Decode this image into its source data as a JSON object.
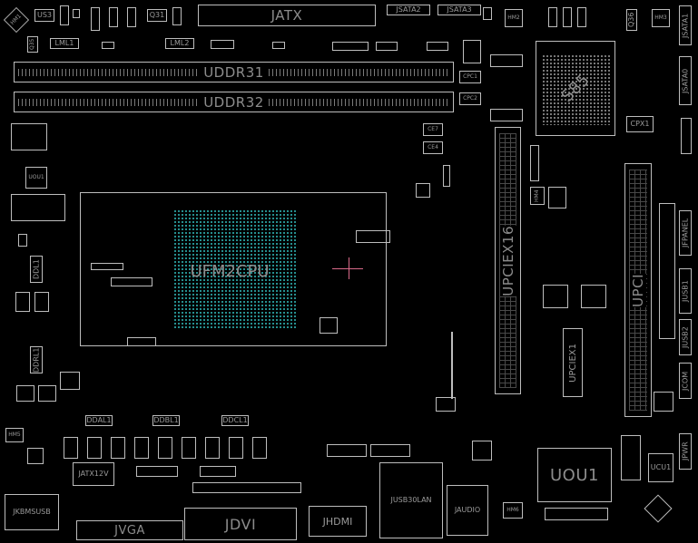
{
  "board": {
    "labels": {
      "jatx": "JATX",
      "jsata2": "JSATA2",
      "jsata3": "JSATA3",
      "us3": "US3",
      "q31": "Q31",
      "lml1": "LML1",
      "lml2": "LML2",
      "q35": "Q35",
      "q36": "Q36",
      "uddr31": "UDDR31",
      "uddr32": "UDDR32",
      "upch": "S85",
      "cpx1": "CPX1",
      "uou1_small": "UOU1",
      "ufm2cpu": "UFM2CPU",
      "upciex16": "UPCIEX16",
      "upci": "UPCI",
      "upciex1": "UPCIEX1",
      "ddl1": "DDL1",
      "ddrl1": "DDRL1",
      "dmal1": "DDAL1",
      "ddbl1": "DDBL1",
      "ddcl1": "DDCL1",
      "jatx12v": "JATX12V",
      "jkbmsusb": "JKBMSUSB",
      "jvga": "JVGA",
      "jdvi": "JDVI",
      "jhdmi": "JHDMI",
      "jusb30lan": "JUSB30LAN",
      "jaudio": "JAUDIO",
      "uou1": "UOU1",
      "ucu1": "UCU1",
      "cpc1": "CPC1",
      "cpc2": "CPC2",
      "ce7": "CE7",
      "ce4": "CE4",
      "jsata1": "JSATA1",
      "jsata0": "JSATA0",
      "jfpanel": "JFPANEL",
      "jusb1": "JUSB1",
      "jusb2": "JUSB2",
      "jcom": "JCOM",
      "jpwr": "JPWR",
      "hm1": "HM1",
      "hm2": "HM2",
      "hm3": "HM3",
      "hm4": "HM4",
      "hm5": "HM5",
      "hm6": "HM6"
    }
  }
}
